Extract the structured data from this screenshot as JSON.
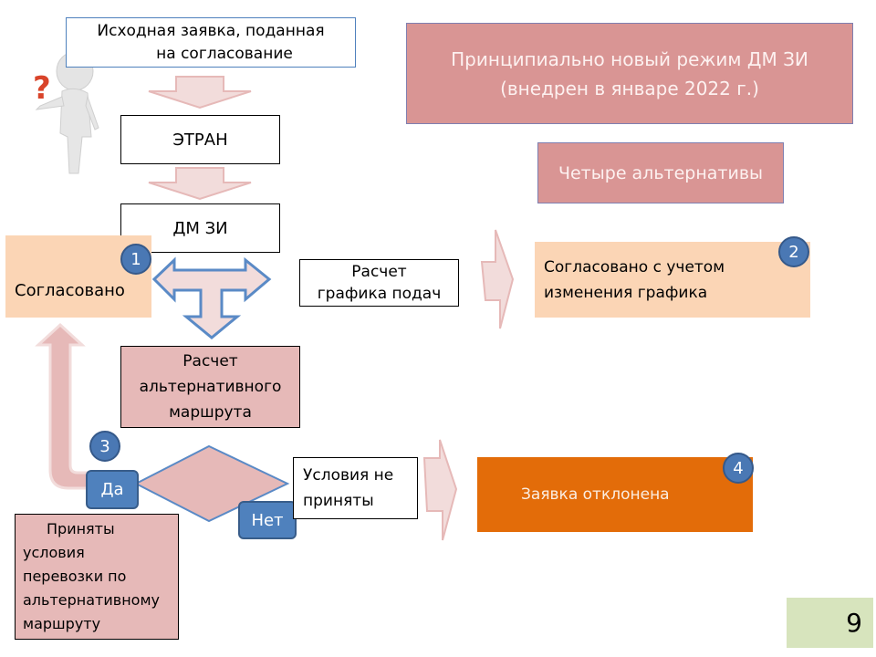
{
  "slide": {
    "page_number": "9",
    "colors": {
      "peach": "#fbd5b5",
      "rose": "#e6b9b8",
      "dark_rose": "#d99594",
      "orange": "#e36c09",
      "badge_blue": "#4a78b4",
      "arrow_pink": "#f2dcdb",
      "page_green": "#d7e4bd"
    }
  },
  "header": {
    "title_line1": "Принципиально новый режим ДМ ЗИ",
    "title_line2": "(внедрен в январе 2022 г.)",
    "subtitle": "Четыре альтернативы"
  },
  "flow": {
    "initial_request_line1": "Исходная заявка, поданная",
    "initial_request_line2": "на согласование",
    "etran": "ЭТРАН",
    "dm_zi": "ДМ ЗИ",
    "approved": "Согласовано",
    "schedule_calc_line1": "Расчет",
    "schedule_calc_line2": "графика подач",
    "alt_route_line1": "Расчет",
    "alt_route_line2": "альтернативного",
    "alt_route_line3": "маршрута",
    "approved_with_schedule_line1": "Согласовано с учетом",
    "approved_with_schedule_line2": "изменения графика",
    "conditions_not_accepted_line1": "Условия не",
    "conditions_not_accepted_line2": "приняты",
    "rejected": "Заявка отклонена",
    "accepted_alt_line1": "Приняты",
    "accepted_alt_line2": "условия",
    "accepted_alt_line3": "перевозки по",
    "accepted_alt_line4": "альтернативному",
    "accepted_alt_line5": "маршруту",
    "yes": "Да",
    "no": "Нет"
  },
  "badges": [
    "1",
    "2",
    "3",
    "4"
  ],
  "icons": {
    "person": "person-question-icon"
  }
}
